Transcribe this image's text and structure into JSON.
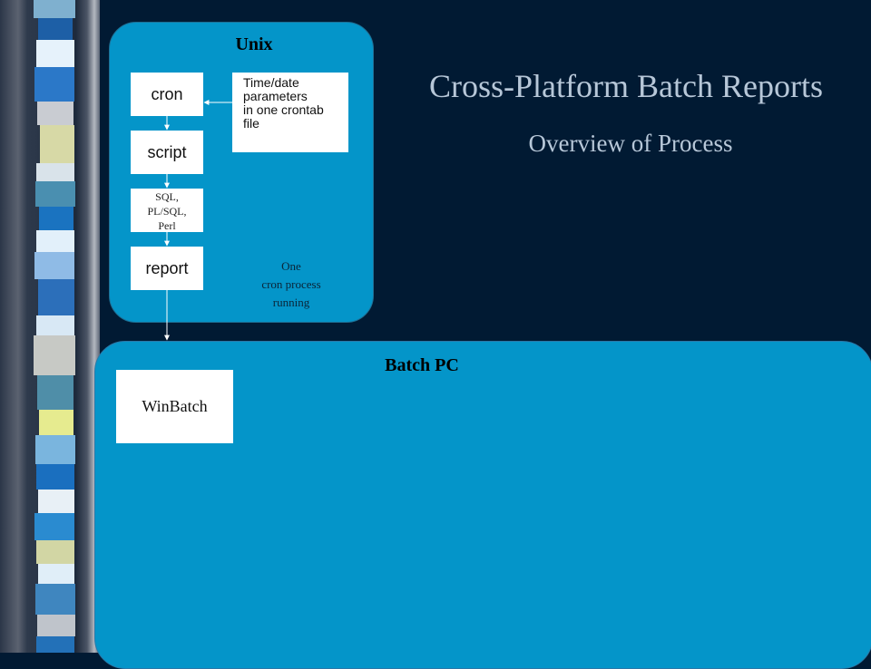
{
  "slide": {
    "title": "Cross-Platform Batch Reports",
    "subtitle": "Overview of Process"
  },
  "unix_panel": {
    "title": "Unix",
    "steps": {
      "cron": "cron",
      "script": "script",
      "report": "report"
    },
    "languages": [
      "SQL,",
      "PL/SQL,",
      "Perl"
    ],
    "parameters_note": [
      "Time/date",
      "parameters",
      "in one crontab",
      "file"
    ],
    "cron_note": [
      "One",
      "cron process",
      "running"
    ]
  },
  "batch_panel": {
    "title": "Batch PC",
    "winbatch": "WinBatch"
  },
  "colors": {
    "background": "#011a33",
    "panel": "#0495c9",
    "title_text": "#b7c7d8"
  }
}
